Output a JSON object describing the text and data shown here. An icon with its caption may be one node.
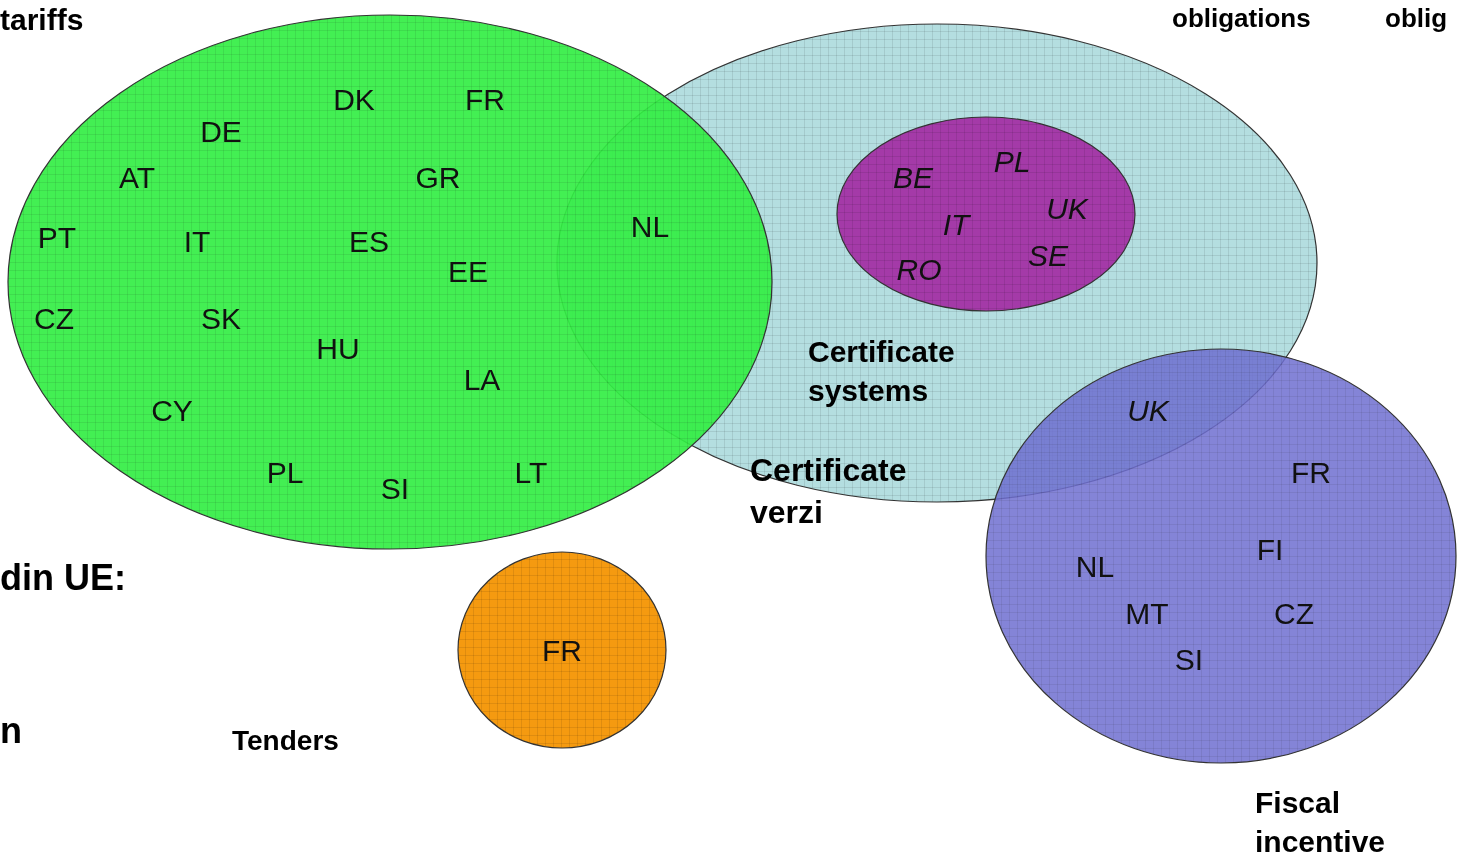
{
  "diagram": {
    "nodes": [
      {
        "text": [
          "DK",
          "FR",
          "DE",
          "AT",
          "GR",
          "PT",
          "IT",
          "ES",
          "EE",
          "CZ",
          "SK",
          "HU",
          "LA",
          "CY",
          "PL",
          "SI",
          "LT"
        ],
        "beside": [
          "tariffs"
        ]
      },
      {
        "text": [
          "Certificate systems"
        ]
      },
      {
        "text": [
          "BE",
          "PL",
          "UK",
          "IT",
          "SE",
          "RO"
        ],
        "in": 1
      },
      {
        "text": [
          "FR",
          "FI",
          "NL",
          "MT",
          "CZ",
          "SI"
        ],
        "beside": [
          "Fiscal incentive"
        ]
      },
      {
        "text": [
          "FR"
        ]
      }
    ],
    "labels": [
      "obligations",
      "oblig",
      "NL",
      "UK",
      "Certificate verzi",
      "din UE:",
      "n",
      "Tenders"
    ]
  }
}
